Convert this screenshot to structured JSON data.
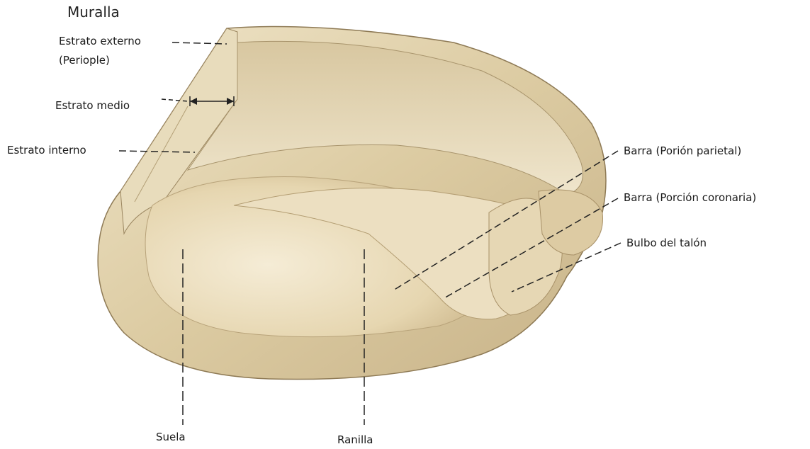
{
  "title": "Muralla",
  "labels": {
    "estrato_externo": "Estrato externo",
    "periople": "(Periople)",
    "estrato_medio": "Estrato medio",
    "estrato_interno": "Estrato interno",
    "barra_parietal": "Barra (Porión parietal)",
    "barra_coronaria": "Barra (Porción coronaria)",
    "bulbo_talon": "Bulbo del talón",
    "suela": "Suela",
    "ranilla": "Ranilla"
  },
  "colors": {
    "hoof_light": "#f2e8cf",
    "hoof_mid": "#e3d3ad",
    "hoof_dark": "#bca77c",
    "line": "#222222"
  }
}
